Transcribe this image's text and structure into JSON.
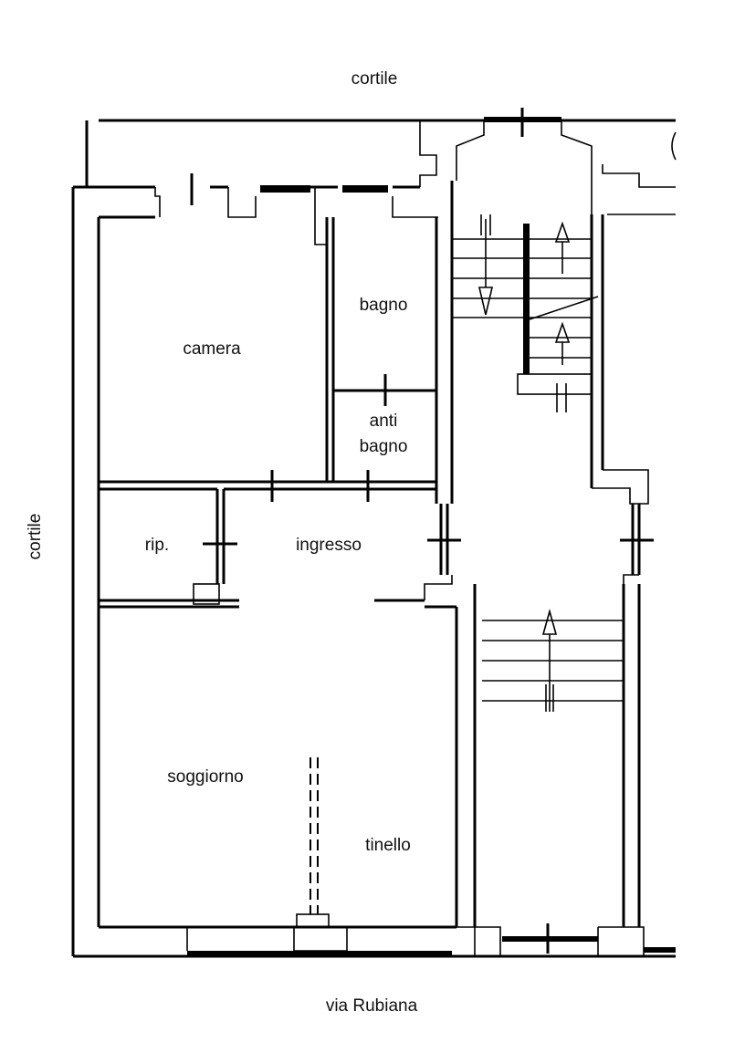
{
  "plan": {
    "labels": {
      "courtyard_top": "cortile",
      "courtyard_left": "cortile",
      "street": "via Rubiana",
      "camera": "camera",
      "bagno": "bagno",
      "antibagno_1": "anti",
      "antibagno_2": "bagno",
      "ripostiglio": "rip.",
      "ingresso": "ingresso",
      "soggiorno": "soggiorno",
      "tinello": "tinello"
    },
    "colors": {
      "ink": "#000000",
      "paper": "#ffffff"
    }
  }
}
